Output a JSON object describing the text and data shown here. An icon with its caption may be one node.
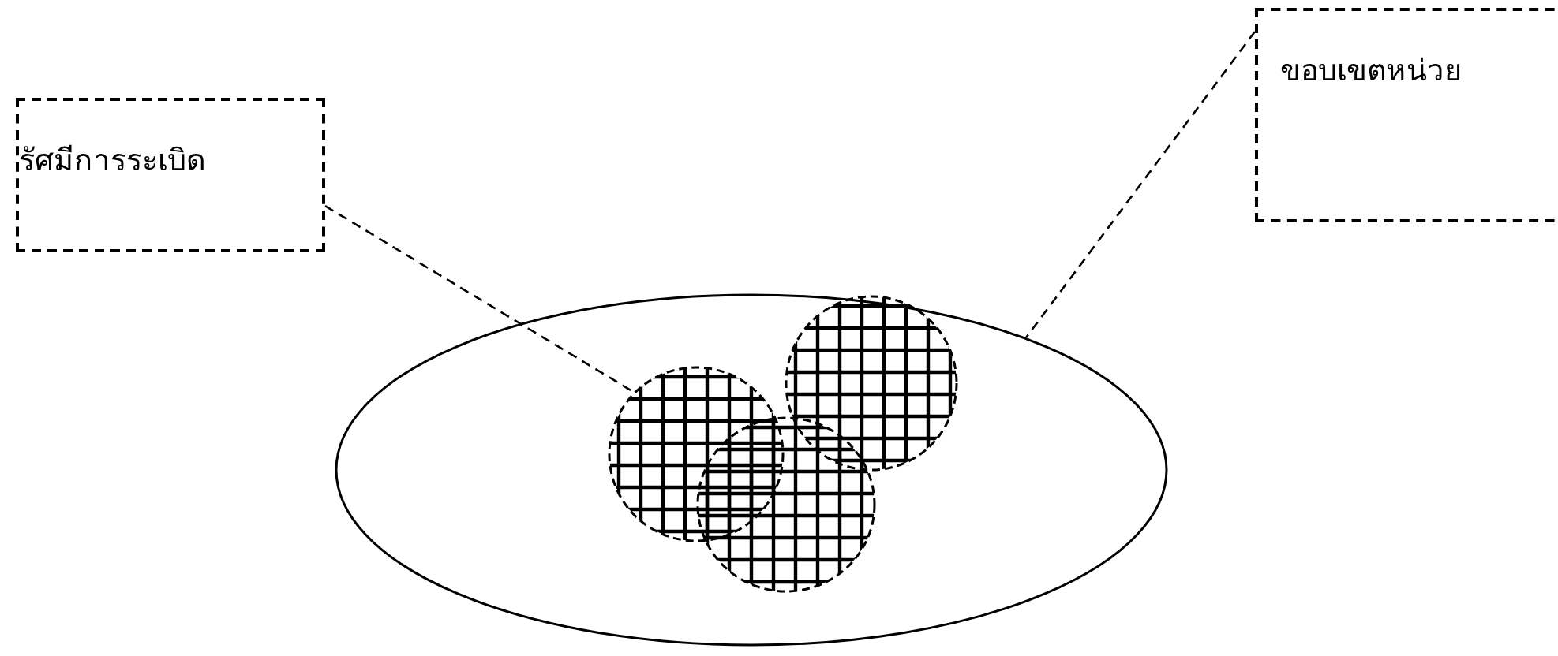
{
  "diagram": {
    "nodes": [
      {
        "text": [
          "รัศมีการระเบิด"
        ]
      },
      {
        "text": [
          "ขอบเขตหน่วย"
        ]
      },
      {
        "text": [],
        "shape": "ellipse"
      },
      {
        "text": [],
        "shape": "circle",
        "in": 2
      },
      {
        "text": [],
        "shape": "circle",
        "in": 2
      },
      {
        "text": [],
        "shape": "circle",
        "in": 2
      }
    ],
    "edges": [
      {
        "from": 0,
        "to": 4,
        "arrow": "none",
        "style": "dashed"
      },
      {
        "from": 1,
        "to": 2,
        "arrow": "none",
        "style": "dashed"
      }
    ]
  }
}
